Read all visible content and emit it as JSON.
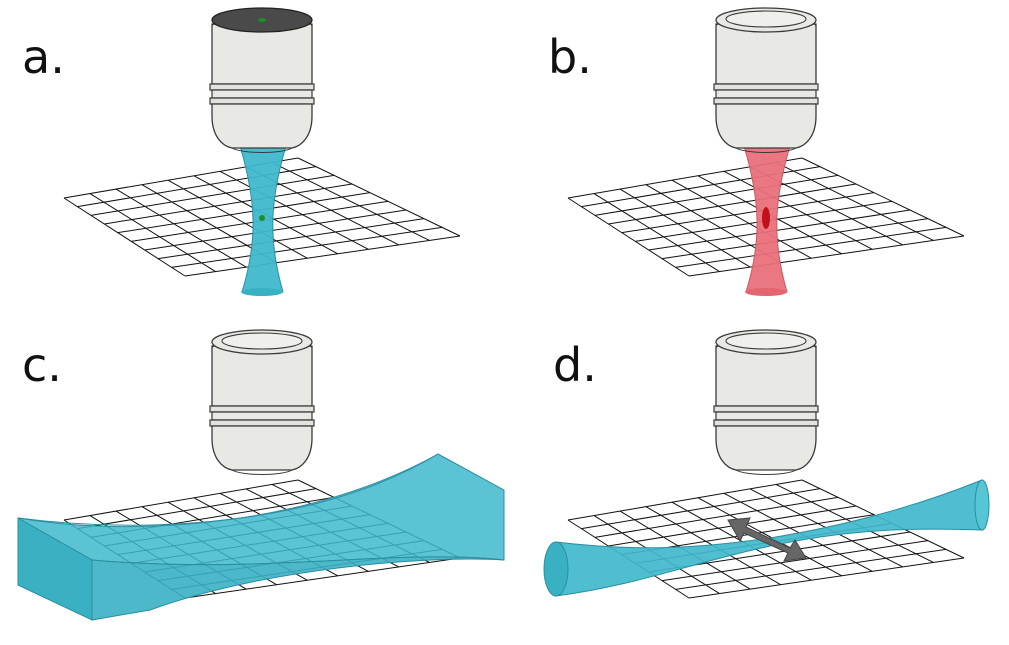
{
  "panels": [
    {
      "label": "a.",
      "beam": "focused-cone",
      "beam_color": "#3fb9cc",
      "objective_cap": "dark-with-green-dot",
      "focus_dot": "#1a8f2a"
    },
    {
      "label": "b.",
      "beam": "focused-cone",
      "beam_color": "#e9707a",
      "objective_cap": "open",
      "focus_spot": "#c0101a"
    },
    {
      "label": "c.",
      "beam": "light-sheet",
      "beam_color": "#3fb9cc",
      "objective_cap": "open"
    },
    {
      "label": "d.",
      "beam": "scanned-beam",
      "beam_color": "#3fb9cc",
      "objective_cap": "open",
      "scan_arrow_color": "#666666"
    }
  ],
  "colors": {
    "objective_body": "#e8e8e4",
    "objective_stroke": "#3a3a3a",
    "grid_stroke": "#111111",
    "cyan": "#3fb9cc",
    "red": "#e9707a"
  }
}
